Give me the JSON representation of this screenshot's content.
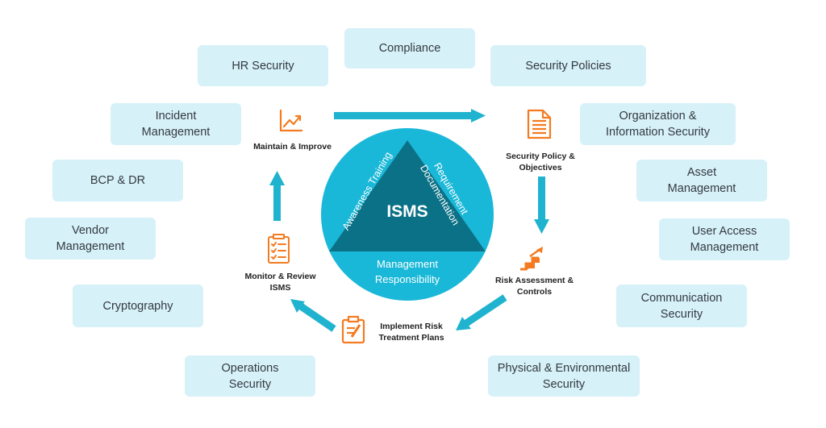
{
  "core": {
    "title": "ISMS",
    "left_side": "Awareness Training",
    "right_side": "Requirement\nDocumentation",
    "bottom": "Management\nResponsibility"
  },
  "steps": {
    "maintain": "Maintain & Improve",
    "policy": "Security Policy &\nObjectives",
    "risk": "Risk Assessment &\nControls",
    "implement": "Implement Risk\nTreatment Plans",
    "monitor": "Monitor & Review\nISMS"
  },
  "domains": {
    "compliance": "Compliance",
    "hr_security": "HR Security",
    "security_policies": "Security Policies",
    "incident_management": "Incident\nManagement",
    "organization_information_security": "Organization &\nInformation Security",
    "bcp_dr": "BCP & DR",
    "asset_management": "Asset\nManagement",
    "vendor_management": "Vendor\nManagement",
    "user_access_management": "User Access\nManagement",
    "cryptography": "Cryptography",
    "communication_security": "Communication\nSecurity",
    "operations_security": "Operations\nSecurity",
    "physical_environmental_security": "Physical & Environmental\nSecurity"
  },
  "colors": {
    "box_fill": "#d7f1f9",
    "cycle_teal": "#1fb3cf",
    "circle": "#1ab8d8",
    "triangle": "#0b7186",
    "icon_orange": "#f47b20"
  },
  "icons": {
    "maintain": "line-chart-icon",
    "policy": "document-icon",
    "risk": "stairs-arrow-icon",
    "implement": "clipboard-edit-icon",
    "monitor": "checklist-icon"
  }
}
